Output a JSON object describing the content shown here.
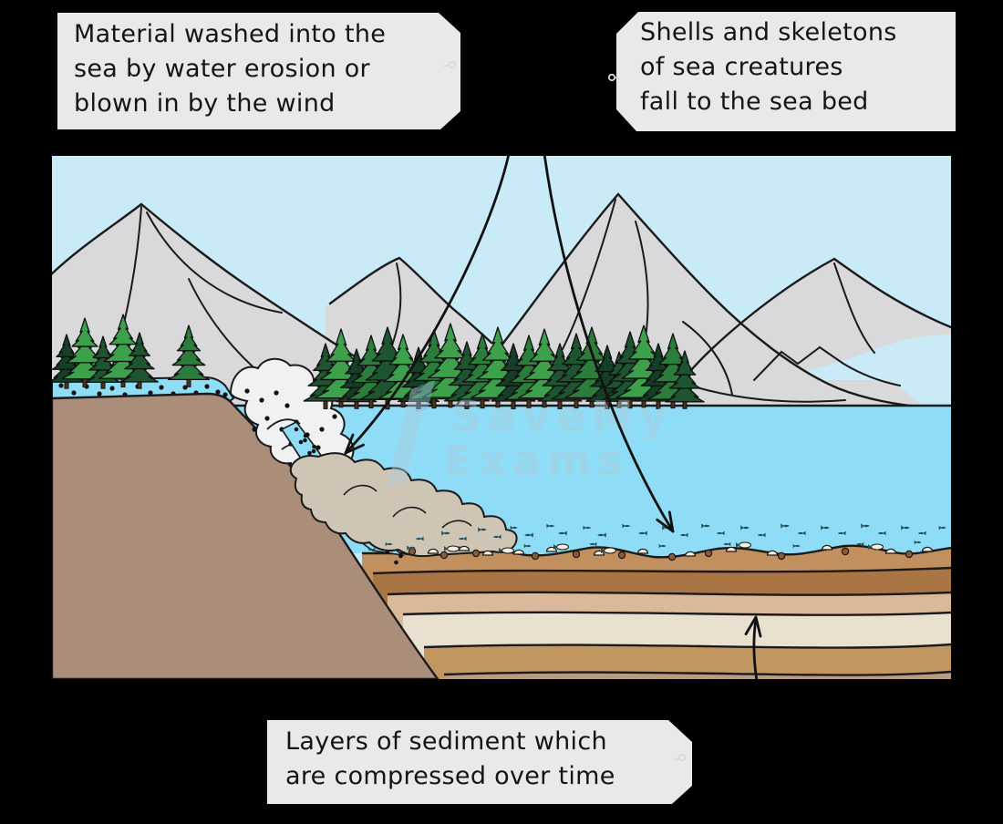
{
  "labels": {
    "material": {
      "lines": [
        "Material washed into the",
        "sea by water erosion or",
        "blown in by the wind"
      ]
    },
    "shells": {
      "lines": [
        "Shells and skeletons",
        "of sea creatures",
        "fall to the sea bed"
      ]
    },
    "layers": {
      "lines": [
        "Layers of sediment which",
        "are compressed over time"
      ]
    }
  },
  "watermark": {
    "line1": "SaveMy",
    "line2": "Exams"
  },
  "colors": {
    "background": "#000000",
    "label_bg": "#e9e9e9",
    "label_text": "#151515",
    "sky": "#c9eaf7",
    "water": "#8edcf5",
    "mountain": "#d9d9db",
    "outline": "#1a1a1a",
    "cliff": "#aa8e79",
    "foam": "#eff1f3",
    "plume": "#cec5b5",
    "sediment_layers": [
      "#c1905e",
      "#aa7544",
      "#dab99b",
      "#e9e0d0",
      "#c2965f",
      "#b89c80"
    ],
    "tree_greens": [
      "#3ca14a",
      "#2b7d3c",
      "#1c5530",
      "#143f26"
    ],
    "trunk": "#4e331c",
    "fish": "#24525e",
    "shell": "#f4eedd",
    "pebble": "#8a5c36",
    "watermark": "#aeccdc"
  }
}
